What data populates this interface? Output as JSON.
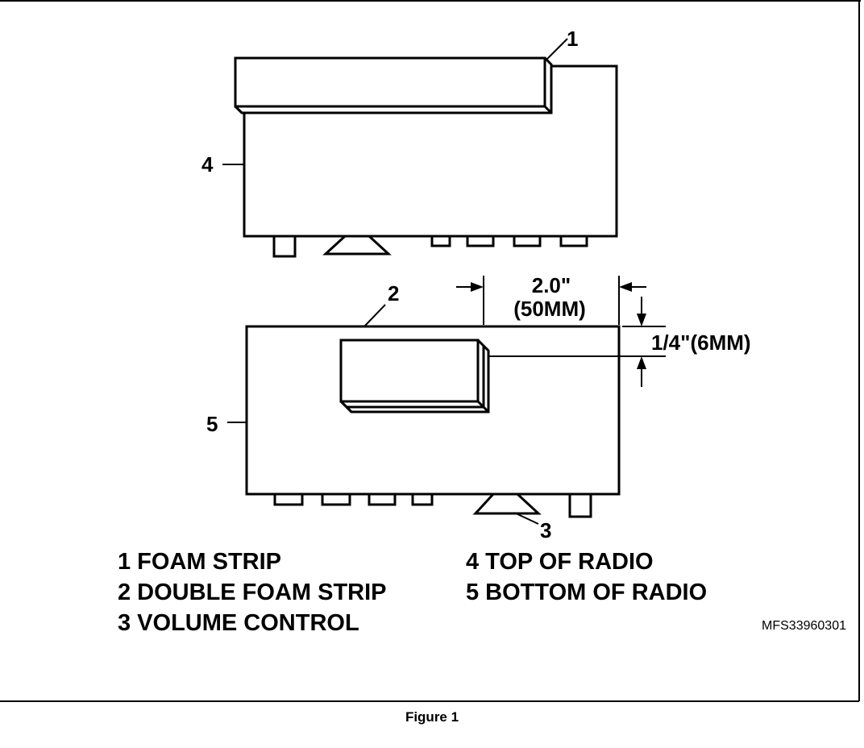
{
  "callouts": {
    "one": "1",
    "two": "2",
    "three": "3",
    "four": "4",
    "five": "5"
  },
  "dimensions": {
    "width_inches": "2.0\"",
    "width_mm": "(50MM)",
    "offset": "1/4\"(6MM)"
  },
  "legend": [
    "1 FOAM STRIP",
    "2 DOUBLE FOAM STRIP",
    "3 VOLUME CONTROL",
    "4 TOP OF RADIO",
    "5 BOTTOM OF RADIO"
  ],
  "figure_code": "MFS33960301",
  "caption": "Figure 1"
}
